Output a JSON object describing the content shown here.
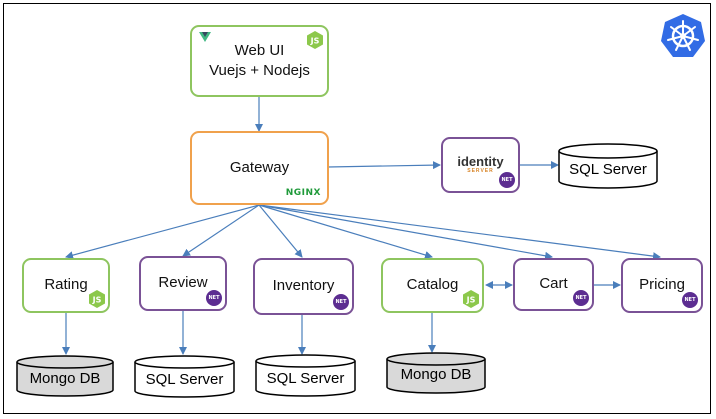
{
  "webui": {
    "label": "Web UI\nVuejs + Nodejs",
    "badges": [
      "vue-logo",
      "nodejs-logo"
    ]
  },
  "gateway": {
    "label": "Gateway",
    "badge_text": "NGINX"
  },
  "identity": {
    "word": "identity",
    "sub": "SERVER",
    "badge": "NET"
  },
  "services": [
    {
      "label": "Rating",
      "badge": "nodejs-logo",
      "db": "Mongo DB"
    },
    {
      "label": "Review",
      "badge": "NET",
      "db": "SQL Server"
    },
    {
      "label": "Inventory",
      "badge": "NET",
      "db": "SQL Server"
    },
    {
      "label": "Catalog",
      "badge": "nodejs-logo",
      "db": "Mongo DB"
    },
    {
      "label": "Cart",
      "badge": "NET"
    },
    {
      "label": "Pricing",
      "badge": "NET"
    }
  ],
  "identity_db": "SQL Server",
  "colors": {
    "node_border": "#8ec55f",
    "dotnet_border": "#7a5296",
    "gateway_border": "#f0a14c",
    "arrow": "#4a7ebb",
    "mongo_fill": "#d9d9d9",
    "kubernetes": "#326ce5"
  },
  "icons": [
    "kubernetes-icon"
  ]
}
